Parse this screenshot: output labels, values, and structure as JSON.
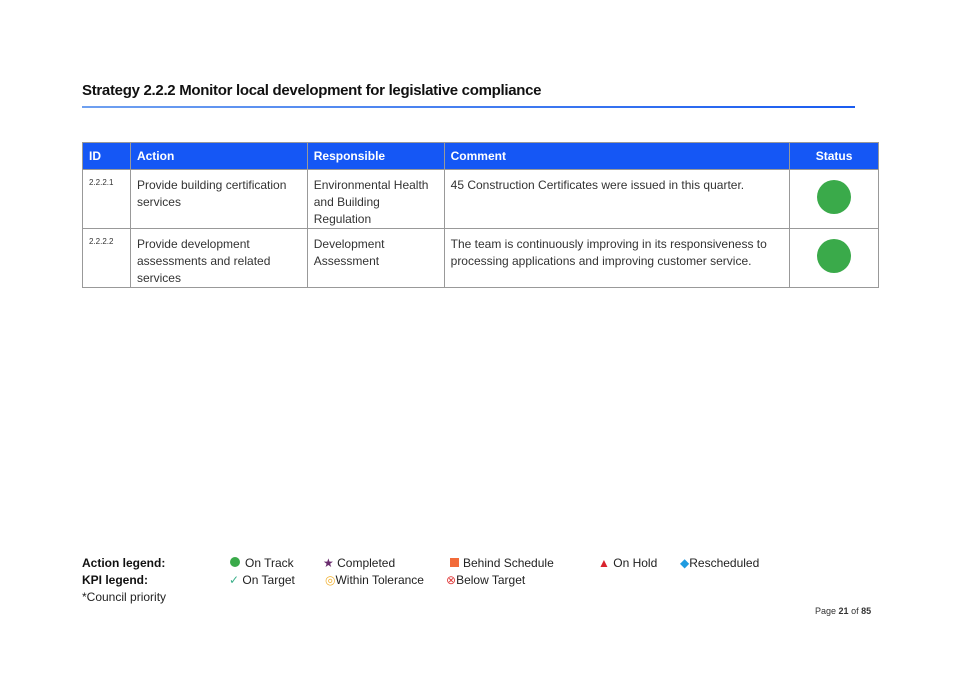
{
  "title": "Strategy 2.2.2 Monitor local development for legislative compliance",
  "table": {
    "headers": {
      "id": "ID",
      "action": "Action",
      "responsible": "Responsible",
      "comment": "Comment",
      "status": "Status"
    },
    "rows": [
      {
        "id": "2.2.2.1",
        "action": "Provide building certification services",
        "responsible": "Environmental Health and Building Regulation",
        "comment": "45 Construction Certificates were issued in this quarter.",
        "status": "On Track"
      },
      {
        "id": "2.2.2.2",
        "action": "Provide development assessments and related services",
        "responsible": "Development Assessment",
        "comment": "The team is continuously improving in its responsiveness to processing applications and improving customer service.",
        "status": "On Track"
      }
    ]
  },
  "legend": {
    "action_label": "Action legend:",
    "on_track": "On Track",
    "completed": "Completed",
    "behind": "Behind Schedule",
    "on_hold": "On Hold",
    "rescheduled": "Rescheduled",
    "kpi_label": "KPI legend:",
    "on_target": "On Target",
    "within": "Within Tolerance",
    "below": "Below Target",
    "priority": "*Council priority"
  },
  "colors": {
    "header": "#1557f5",
    "on_track": "#3aaa4a",
    "completed": "#6a2c6e",
    "behind": "#f26b3a",
    "on_hold": "#d9232e",
    "rescheduled": "#1f9be0"
  },
  "page": {
    "prefix": "Page",
    "current": "21",
    "of": "of",
    "total": "85"
  }
}
